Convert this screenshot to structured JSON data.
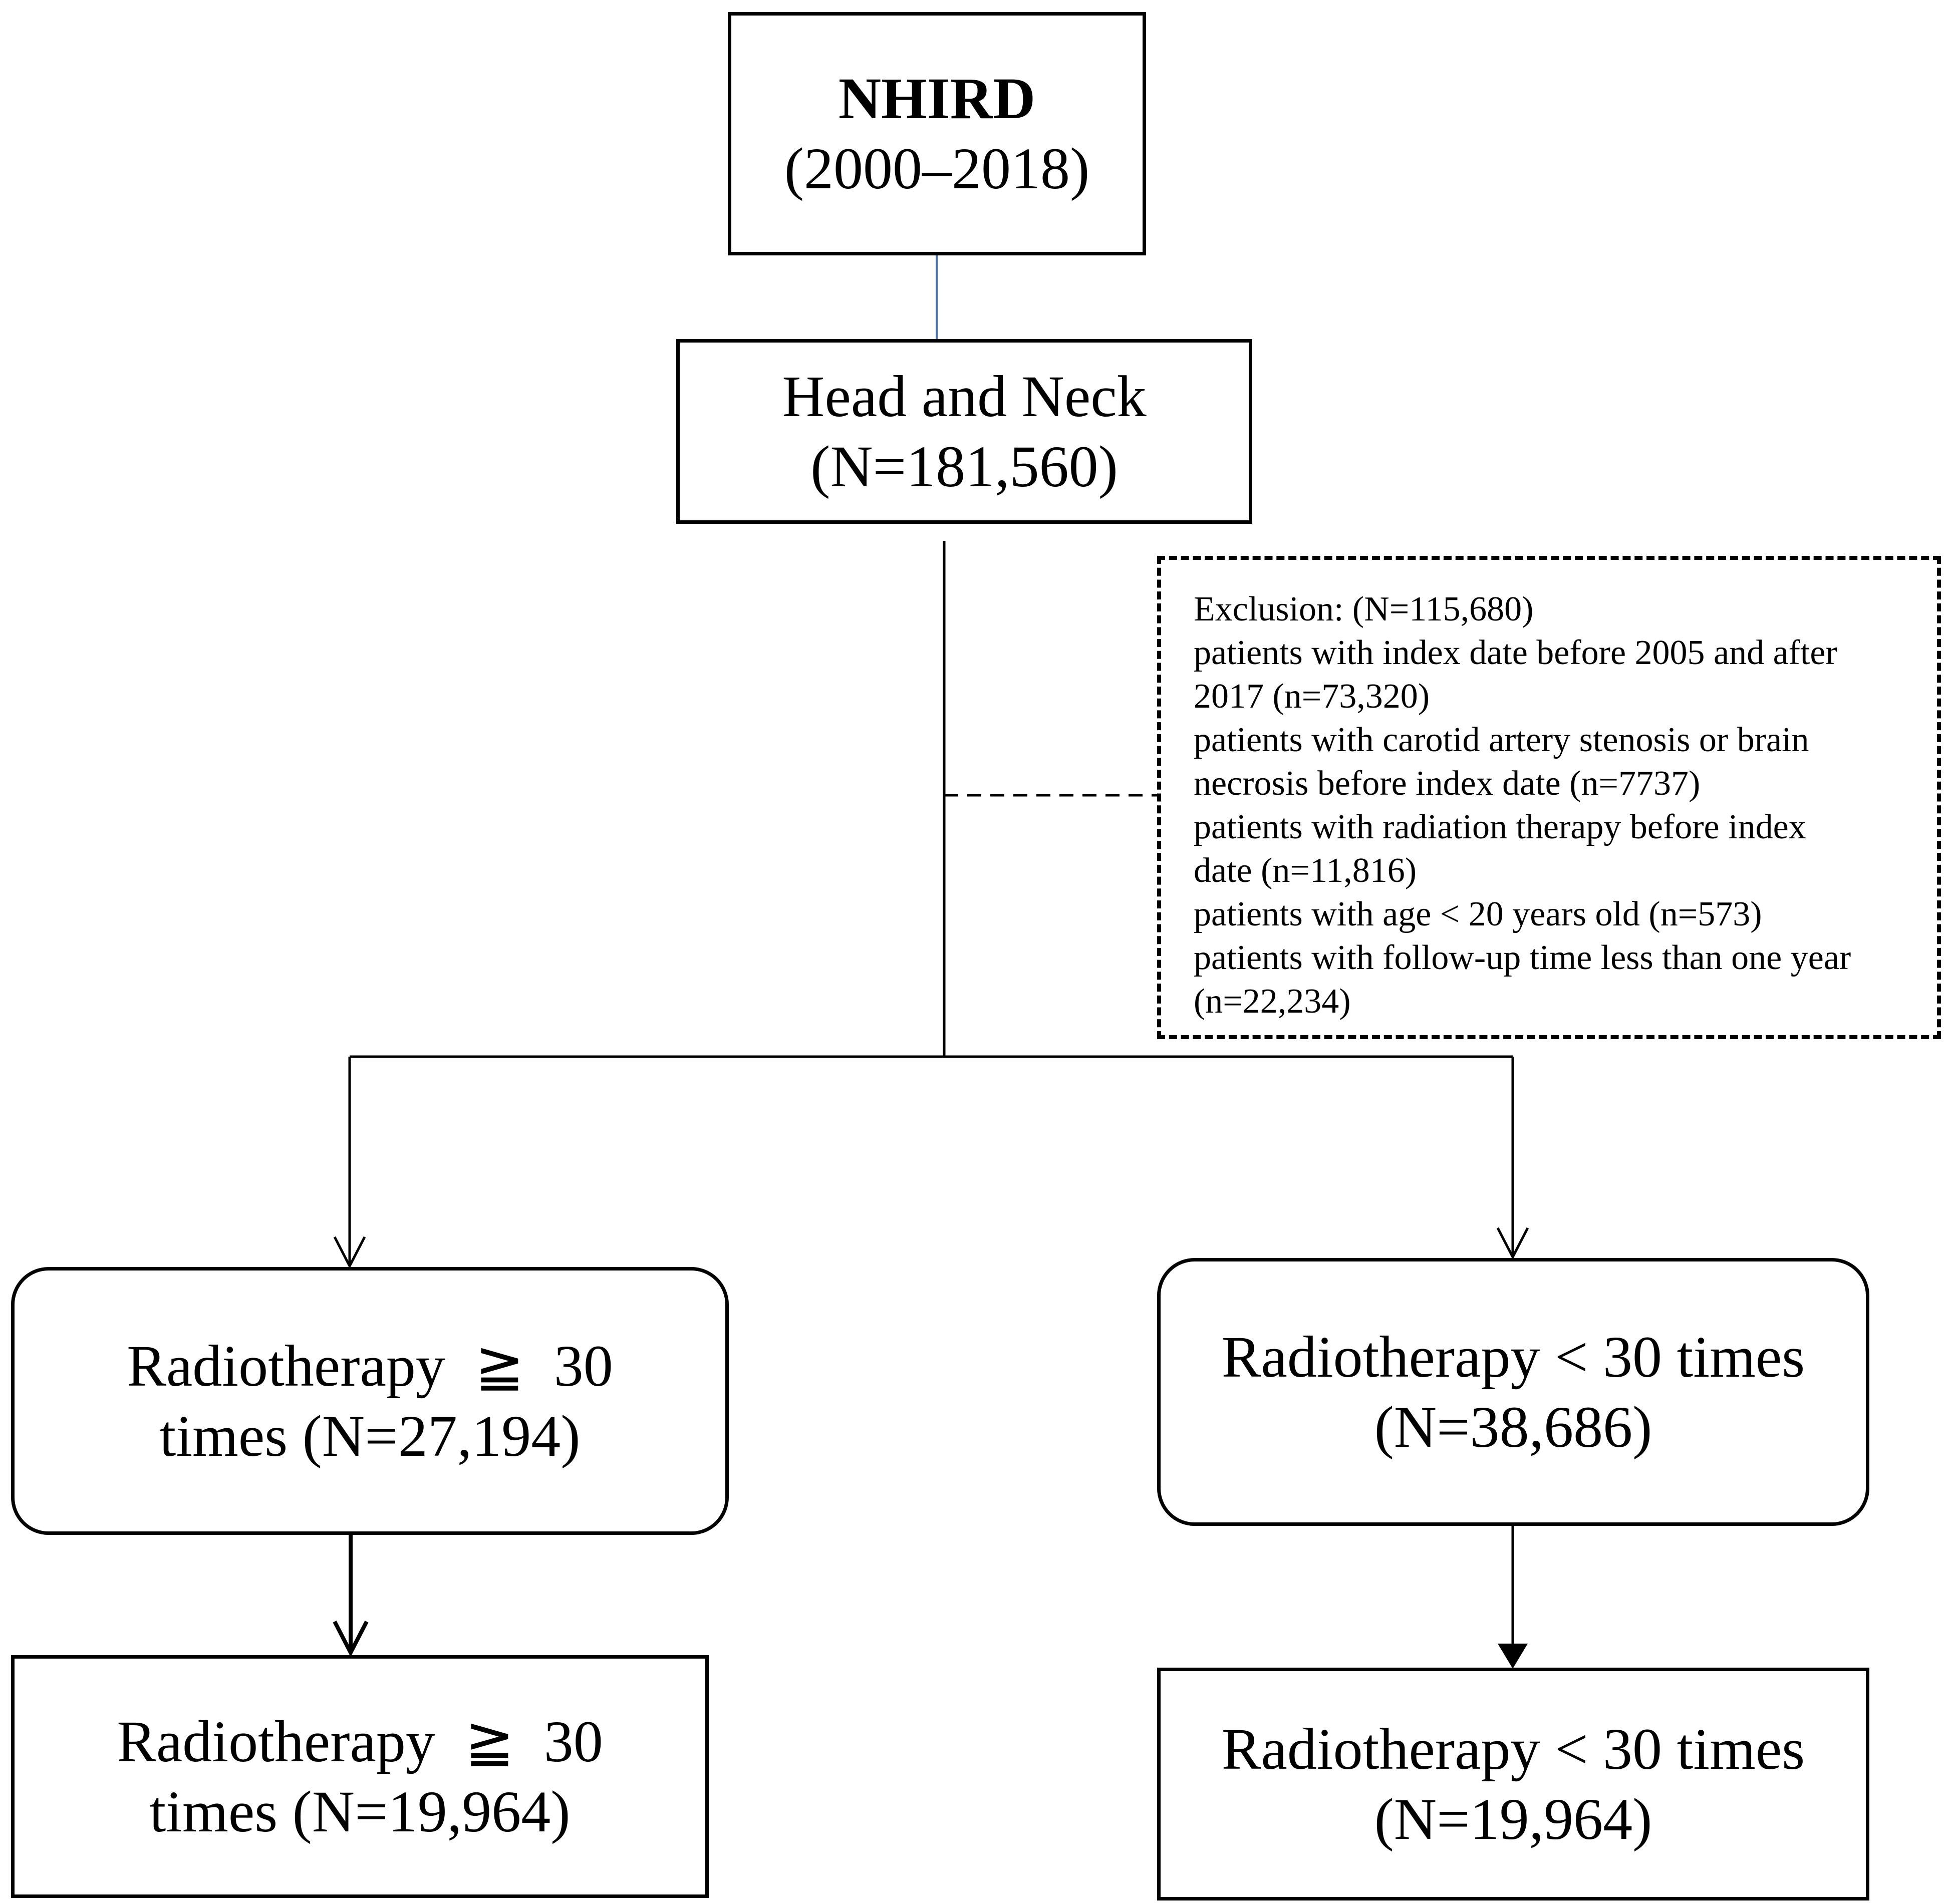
{
  "nhird": {
    "title": "NHIRD",
    "period": "(2000–2018)"
  },
  "head_neck": {
    "title": "Head and Neck",
    "count": "(N=181,560)"
  },
  "exclusion": {
    "lines": [
      "Exclusion: (N=115,680)",
      "patients with index date before 2005 and after",
      "2017 (n=73,320)",
      "patients with carotid artery stenosis or brain",
      "necrosis before index date (n=7737)",
      "patients with radiation therapy before index",
      "date (n=11,816)",
      "patients with age < 20 years old (n=573)",
      "patients with follow-up time less than one year",
      "(n=22,234)"
    ]
  },
  "left_group": {
    "line1": "Radiotherapy  ≧  30",
    "line2": "times (N=27,194)"
  },
  "right_group": {
    "line1": "Radiotherapy < 30 times",
    "line2": "(N=38,686)"
  },
  "left_final": {
    "line1": "Radiotherapy  ≧  30",
    "line2": "times (N=19,964)"
  },
  "right_final": {
    "line1": "Radiotherapy < 30 times",
    "line2": "(N=19,964)"
  },
  "colors": {
    "line": "#000000",
    "top_connector": "#4a6fa5"
  }
}
